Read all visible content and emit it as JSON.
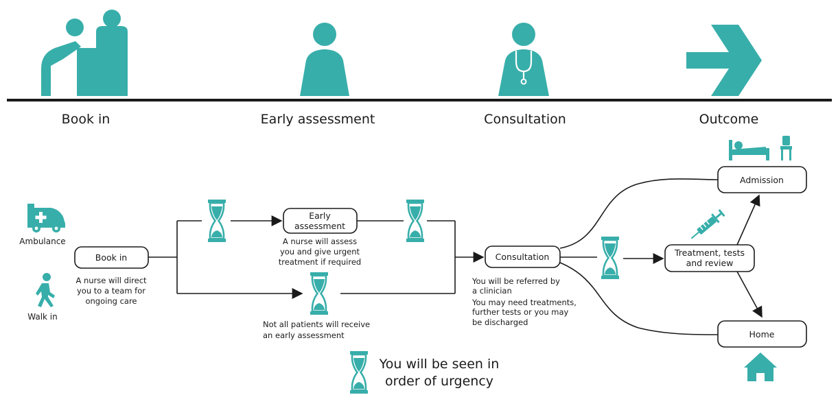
{
  "colors": {
    "accent": "#38aeaa",
    "line": "#1a1a1a"
  },
  "stages": [
    "Book in",
    "Early assessment",
    "Consultation",
    "Outcome"
  ],
  "arrivals": {
    "ambulance": "Ambulance",
    "walk_in": "Walk in"
  },
  "nodes": {
    "book_in": "Book in",
    "early_assessment": [
      "Early",
      "assessment"
    ],
    "consultation": "Consultation",
    "treatment": [
      "Treatment, tests",
      "and review"
    ],
    "admission": "Admission",
    "home": "Home"
  },
  "notes": {
    "book_in": [
      "A nurse will direct",
      "you to a team for",
      "ongoing care"
    ],
    "early_assessment": [
      "A nurse will assess",
      "you and give urgent",
      "treatment if required"
    ],
    "not_all": [
      "Not all patients will receive",
      "an early assessment"
    ],
    "consultation": [
      "You will be referred by",
      "a clinician",
      "You may need treatments,",
      "further tests or you may",
      "be discharged"
    ]
  },
  "legend": [
    "You will be seen in",
    "order of urgency"
  ],
  "icons": {
    "stage_icons": [
      "reception-desk-icon",
      "patient-icon",
      "doctor-icon",
      "arrow-right-icon"
    ],
    "wait": "hourglass-icon",
    "ambulance": "ambulance-icon",
    "walking": "walking-person-icon",
    "bed": "bed-icon",
    "chair": "chair-icon",
    "syringe": "syringe-icon",
    "house": "house-icon"
  }
}
